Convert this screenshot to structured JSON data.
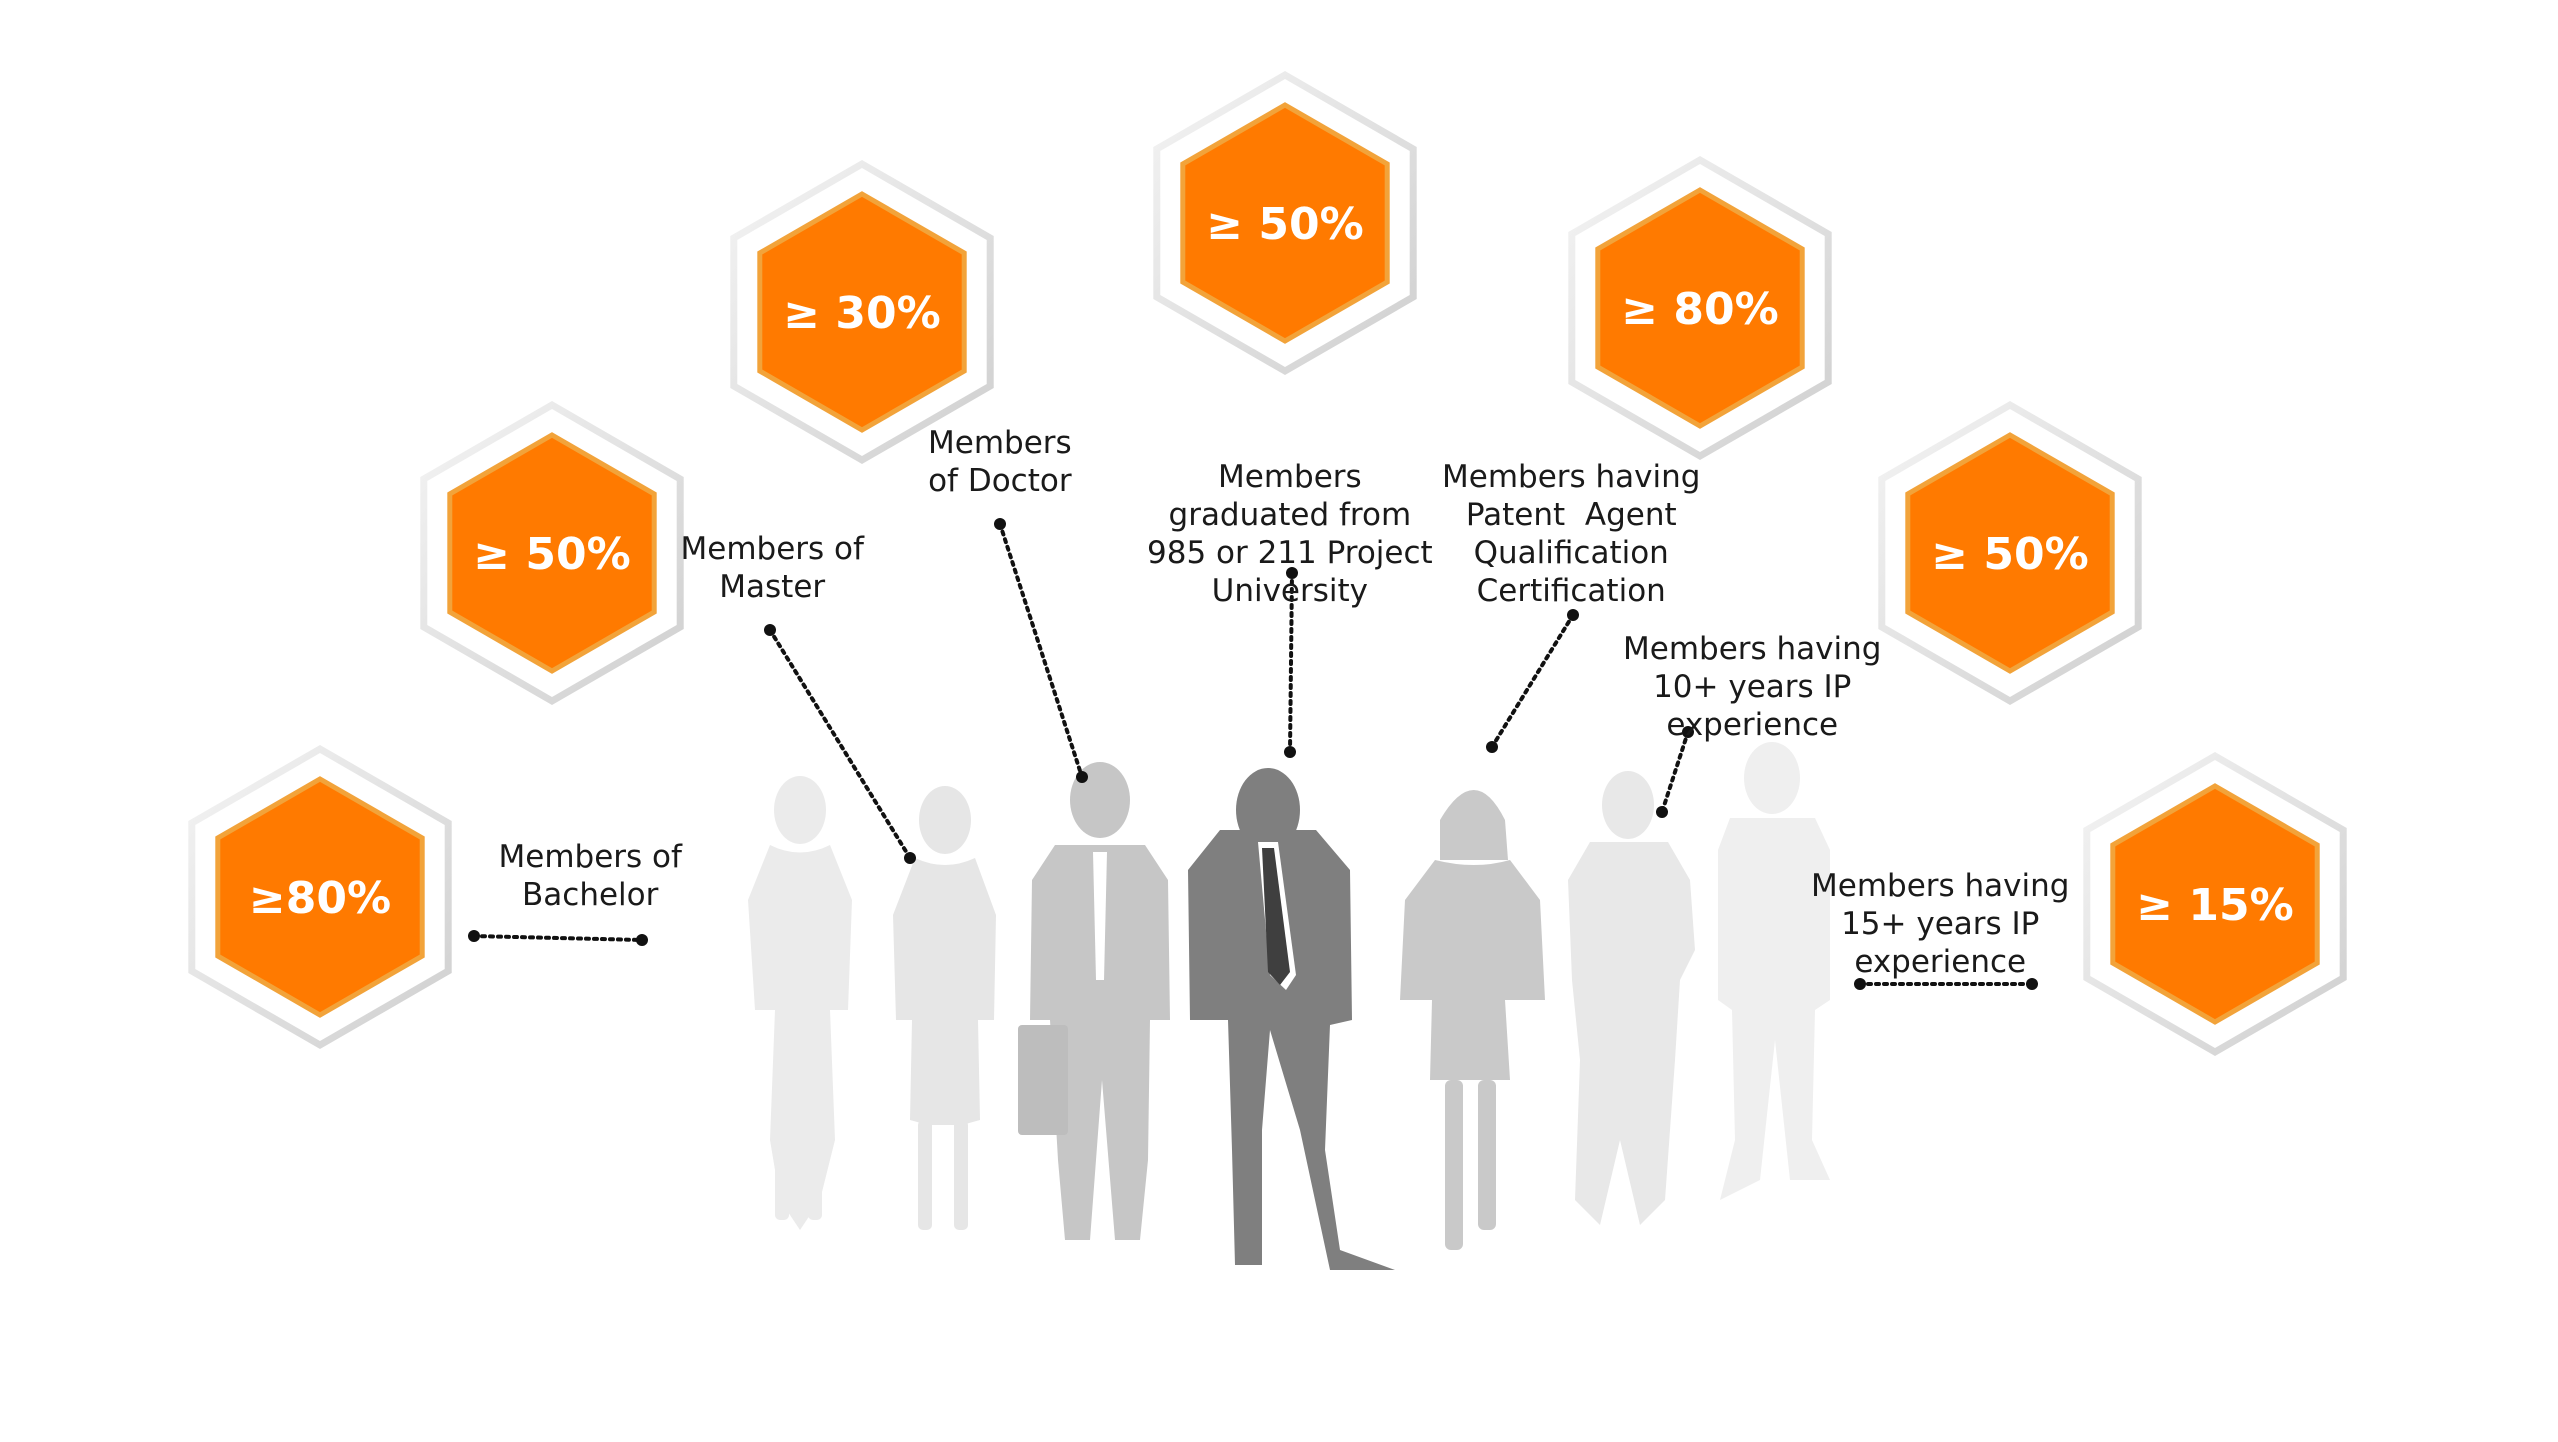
{
  "colors": {
    "accent": "#FF7A00",
    "accent_border": "#F2A33A",
    "outer_hex_stroke": "#D6D6D6",
    "dots": "#111111",
    "figure_light": "#E6E6E6",
    "figure_mid": "#C4C4C4",
    "figure_dark": "#7F7F7F"
  },
  "stats": [
    {
      "id": "bachelor",
      "value": "≥80%",
      "label": "Members of\nBachelor"
    },
    {
      "id": "master",
      "value": "≥ 50%",
      "label": "Members of\nMaster"
    },
    {
      "id": "doctor",
      "value": "≥ 30%",
      "label": "Members\nof Doctor"
    },
    {
      "id": "project",
      "value": "≥ 50%",
      "label": "Members\ngraduated from\n985 or 211 Project\nUniversity"
    },
    {
      "id": "patent",
      "value": "≥ 80%",
      "label": "Members having\nPatent  Agent\nQualification\nCertification"
    },
    {
      "id": "ten",
      "value": "≥ 50%",
      "label": "Members having\n10+ years IP\nexperience"
    },
    {
      "id": "fifteen",
      "value": "≥ 15%",
      "label": "Members having\n15+ years IP\nexperience"
    }
  ]
}
